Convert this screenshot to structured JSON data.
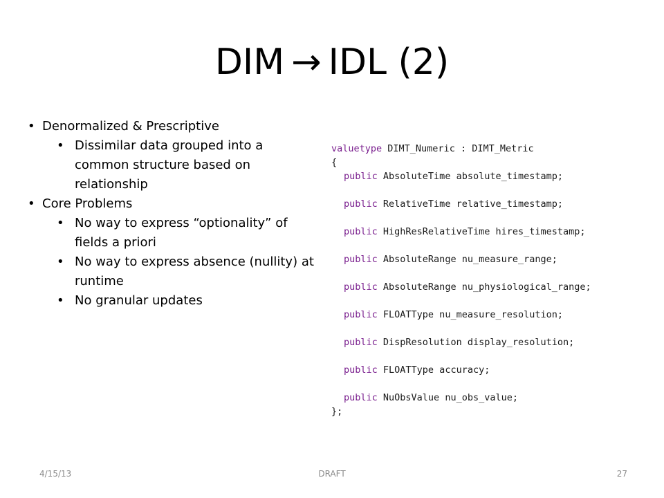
{
  "slide": {
    "title_left": "DIM",
    "title_arrow": "→",
    "title_right": "IDL (2)",
    "bullets": [
      {
        "level": 1,
        "text": "Denormalized & Prescriptive"
      },
      {
        "level": 2,
        "text": "Dissimilar data grouped into a common structure based on relationship"
      },
      {
        "level": 1,
        "text": "Core Problems"
      },
      {
        "level": 2,
        "text": "No way to express “optionality” of fields a priori"
      },
      {
        "level": 2,
        "text": "No way to express absence (nullity) at runtime"
      },
      {
        "level": 2,
        "text": "No granular updates"
      }
    ],
    "code": {
      "header_keyword": "valuetype",
      "header_rest": " DIMT_Numeric : DIMT_Metric",
      "open_brace": "{",
      "members": [
        {
          "keyword": "public",
          "decl": " AbsoluteTime absolute_timestamp;"
        },
        {
          "keyword": "public",
          "decl": " RelativeTime relative_timestamp;"
        },
        {
          "keyword": "public",
          "decl": " HighResRelativeTime hires_timestamp;"
        },
        {
          "keyword": "public",
          "decl": " AbsoluteRange nu_measure_range;"
        },
        {
          "keyword": "public",
          "decl": " AbsoluteRange nu_physiological_range;"
        },
        {
          "keyword": "public",
          "decl": " FLOATType nu_measure_resolution;"
        },
        {
          "keyword": "public",
          "decl": " DispResolution display_resolution;"
        },
        {
          "keyword": "public",
          "decl": " FLOATType accuracy;"
        },
        {
          "keyword": "public",
          "decl": " NuObsValue nu_obs_value;"
        }
      ],
      "close_brace": "};"
    },
    "footer": {
      "date": "4/15/13",
      "center": "DRAFT",
      "page": "27"
    },
    "colors": {
      "keyword": "#7a1f8e",
      "footer_text": "#8a8a8a"
    }
  }
}
